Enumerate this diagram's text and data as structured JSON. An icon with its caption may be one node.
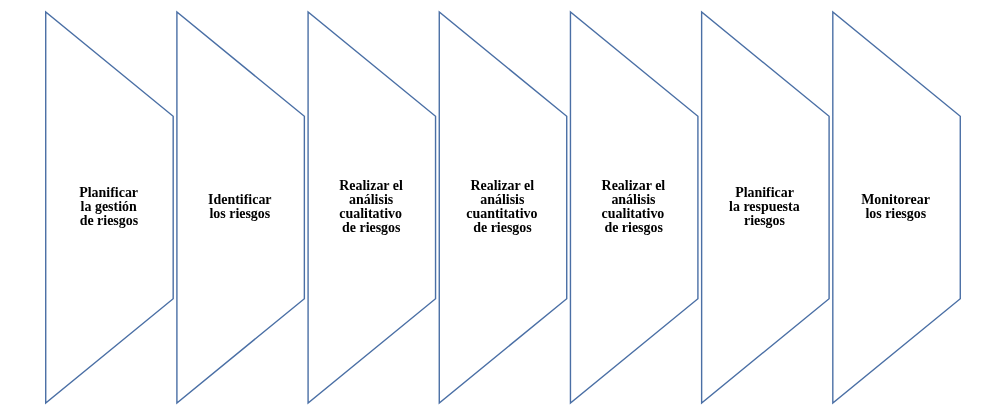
{
  "diagram": {
    "nodes": [
      {
        "text": [
          "Planificar la gestión de riesgos"
        ]
      },
      {
        "text": [
          "Identificar los riesgos"
        ]
      },
      {
        "text": [
          "Realizar el análisis cualitativo de riesgos"
        ]
      },
      {
        "text": [
          "Realizar el análisis cuantitativo de riesgos"
        ]
      },
      {
        "text": [
          "Realizar el análisis cualitativo de riesgos"
        ]
      },
      {
        "text": [
          "Planificar la respuesta riesgos"
        ]
      },
      {
        "text": [
          "Monitorear los riesgos"
        ]
      }
    ],
    "edges": []
  }
}
